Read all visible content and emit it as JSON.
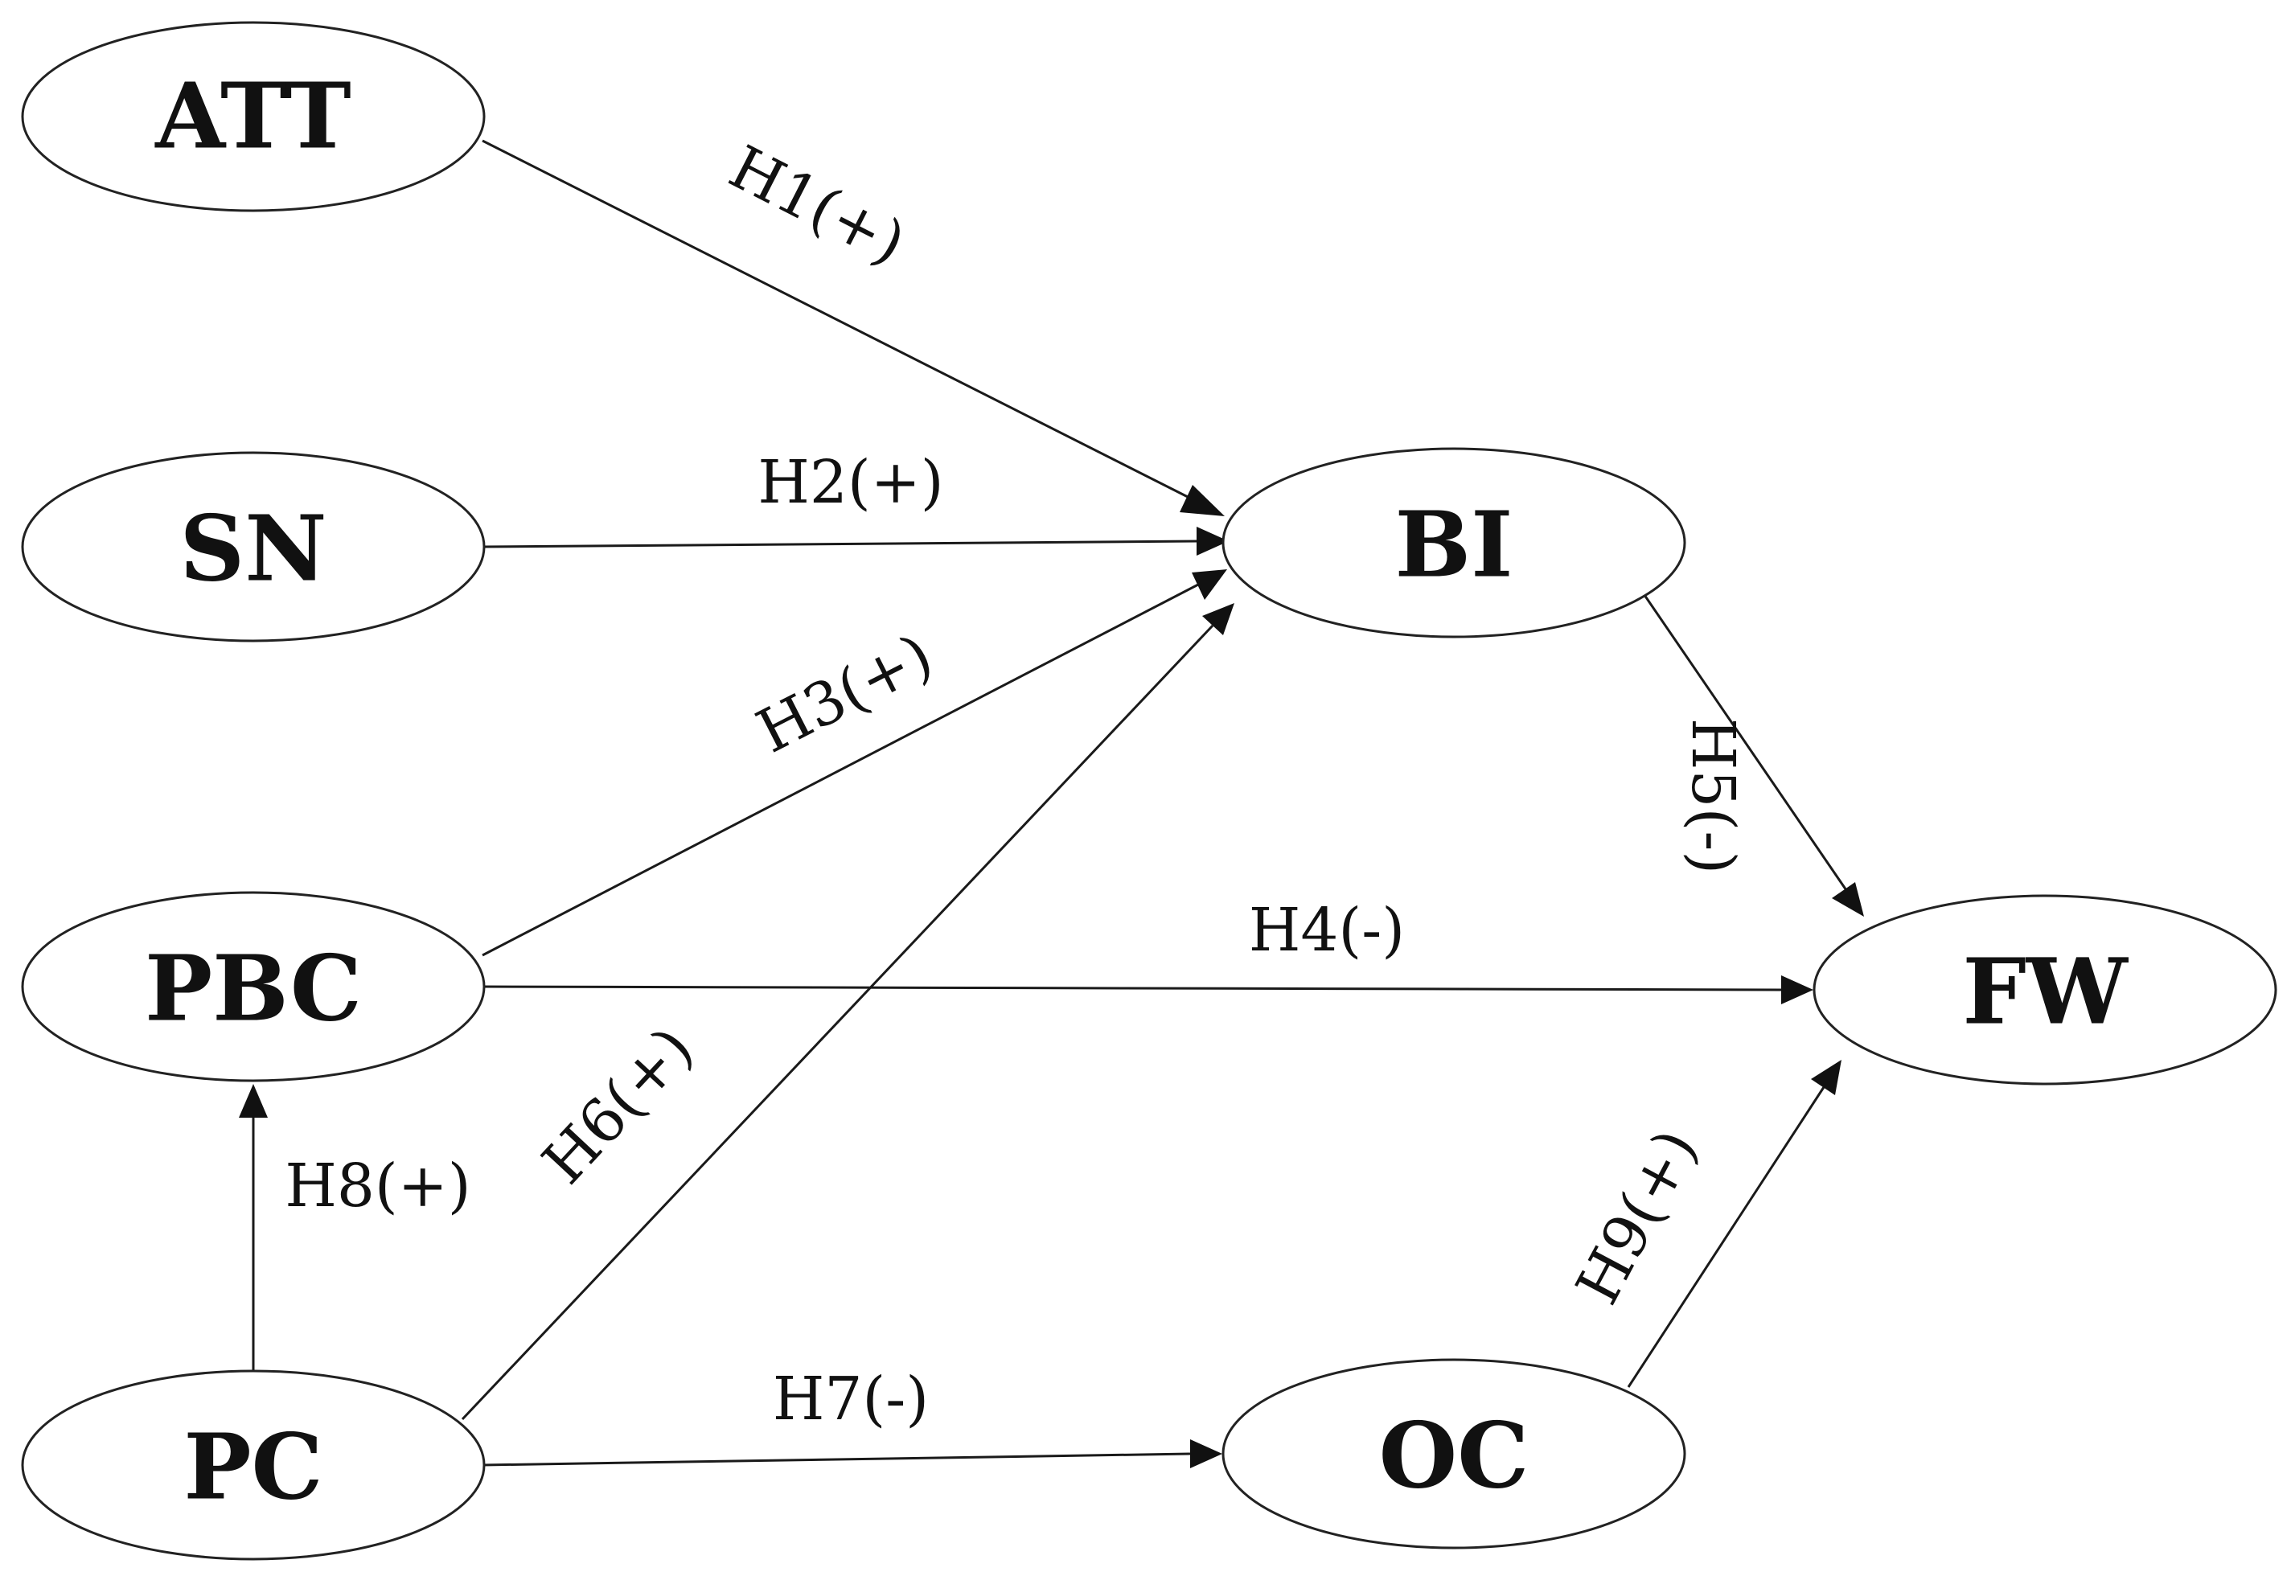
{
  "diagram": {
    "nodes": {
      "att": "ATT",
      "sn": "SN",
      "pbc": "PBC",
      "pc": "PC",
      "bi": "BI",
      "oc": "OC",
      "fw": "FW"
    },
    "edges": [
      {
        "from": "ATT",
        "to": "BI",
        "label": "H1(+)"
      },
      {
        "from": "SN",
        "to": "BI",
        "label": "H2(+)"
      },
      {
        "from": "PBC",
        "to": "BI",
        "label": "H3(+)"
      },
      {
        "from": "PBC",
        "to": "FW",
        "label": "H4(-)"
      },
      {
        "from": "BI",
        "to": "FW",
        "label": "H5(-)"
      },
      {
        "from": "PC",
        "to": "BI",
        "label": "H6(+)"
      },
      {
        "from": "PC",
        "to": "OC",
        "label": "H7(-)"
      },
      {
        "from": "PC",
        "to": "PBC",
        "label": "H8(+)"
      },
      {
        "from": "OC",
        "to": "FW",
        "label": "H9(+)"
      }
    ]
  }
}
